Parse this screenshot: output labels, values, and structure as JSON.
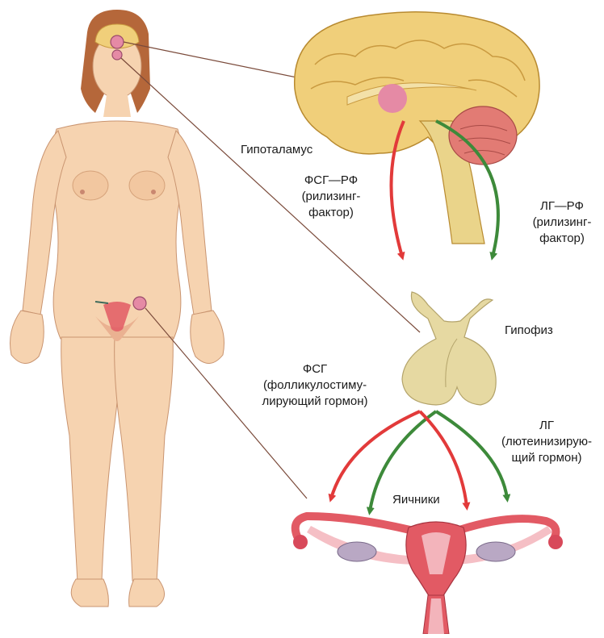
{
  "labels": {
    "hypothalamus": "Гипоталамус",
    "fsh_rf": [
      "ФСГ—РФ",
      "(рилизинг-",
      "фактор)"
    ],
    "lh_rf": [
      "ЛГ—РФ",
      "(рилизинг-",
      "фактор)"
    ],
    "pituitary": "Гипофиз",
    "fsh": [
      "ФСГ",
      "(фолликулостиму-",
      "лирующий гормон)"
    ],
    "lh": [
      "ЛГ",
      "(лютеинизирую-",
      "щий гормон)"
    ],
    "ovaries": "Яичники"
  },
  "colors": {
    "skin": "#f6d3b0",
    "skin_shade": "#e8b48c",
    "hair": "#b5673a",
    "brain": "#f0cf7a",
    "brain_shade": "#d7a94a",
    "cerebellum": "#e27b74",
    "hypothalamus_spot": "#e58aa5",
    "pituitary": "#e6d9a2",
    "uterus": "#e25a64",
    "uterus_light": "#f3b4bb",
    "fsh_arrow": "#e23a3a",
    "lh_arrow": "#3d8a3a",
    "connector": "#7a4a3a"
  }
}
